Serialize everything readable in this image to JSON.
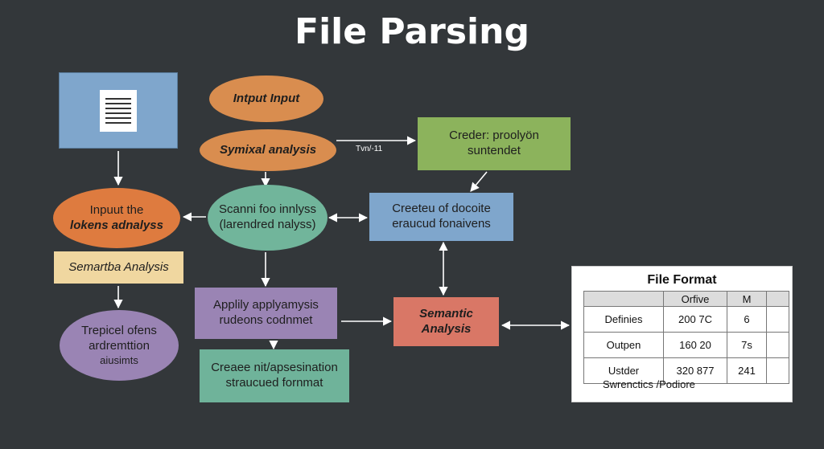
{
  "title": "File Parsing",
  "nodes": {
    "input_input": "Intput Input",
    "symixal_analysis": "Symixal analysis",
    "input_tokens": [
      "Inpuut the",
      "lokens adnalyss"
    ],
    "semantic_analysis_left": "Semartba Analysis",
    "scan": [
      "Scanni foo innlyss",
      "(larendred nalyss)"
    ],
    "creder": [
      "Creder: proolyön",
      "suntendet"
    ],
    "createu": [
      "Creeteu of docoite",
      "eraucud fonaivens"
    ],
    "apply": [
      "Applily applyamysis",
      "rudeons codnmet"
    ],
    "semantic_center": [
      "Semantic",
      "Analysis"
    ],
    "trepicel": [
      "Trepicel ofens",
      "ardremttion",
      "aiusimts"
    ],
    "create_structured": [
      "Creaee nit/apsesination",
      "straucued fornmat"
    ]
  },
  "edge_label": "Tvn/-11",
  "file_format": {
    "title": "File Format",
    "headers": [
      "",
      "Orfive",
      "M",
      ""
    ],
    "rows": [
      [
        "Definies",
        "200 7C",
        "6",
        ""
      ],
      [
        "Outpen",
        "160 20",
        "7s",
        ""
      ],
      [
        "Ustder",
        "320 877",
        "241",
        ""
      ]
    ],
    "footer": "Swrenctics /Podiore"
  },
  "colors": {
    "background": "#33373a",
    "orange": "#d98d4f",
    "orange_strong": "#de7b3f",
    "green": "#8cb35c",
    "blue": "#7fa6cc",
    "teal": "#71b59b",
    "yellow": "#f0d7a0",
    "purple": "#9a84b4",
    "red": "#d97766",
    "green_teal": "#6fb39a"
  }
}
